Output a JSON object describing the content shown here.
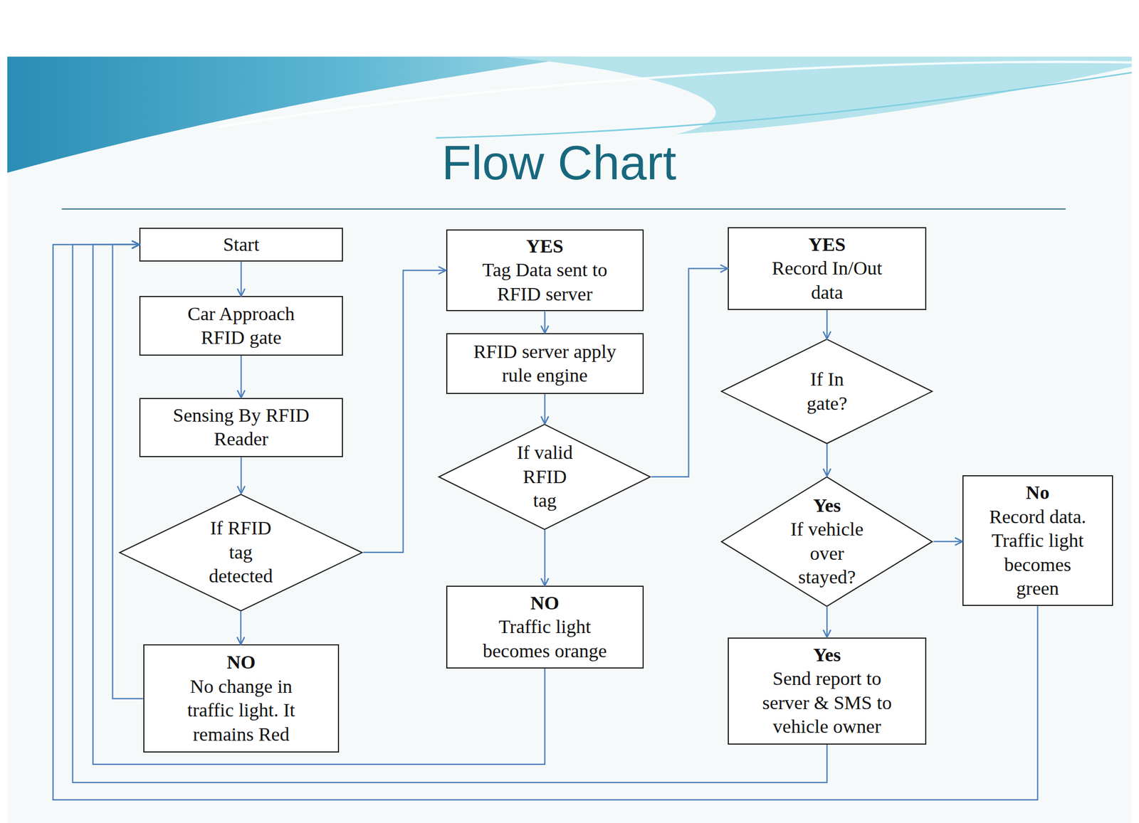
{
  "diagram": {
    "title": "Flow Chart",
    "nodes": [
      {
        "text": [
          "Start"
        ]
      },
      {
        "text": [
          "Car Approach RFID gate"
        ]
      },
      {
        "text": [
          "Sensing By RFID Reader"
        ]
      },
      {
        "text": [
          "If RFID tag detected"
        ]
      },
      {
        "text": [
          "NO",
          "No change in traffic light. It remains Red"
        ]
      },
      {
        "text": [
          "YES",
          "Tag Data sent to RFID server"
        ]
      },
      {
        "text": [
          "RFID server apply rule engine"
        ]
      },
      {
        "text": [
          "If valid RFID tag"
        ]
      },
      {
        "text": [
          "NO",
          "Traffic light becomes orange"
        ]
      },
      {
        "text": [
          "YES",
          "Record In/Out data"
        ]
      },
      {
        "text": [
          "If In gate?"
        ]
      },
      {
        "text": [
          "Yes",
          "If vehicle over stayed?"
        ]
      },
      {
        "text": [
          "Yes",
          "Send report to server & SMS to vehicle owner"
        ]
      },
      {
        "text": [
          "No",
          "Record data. Traffic light becomes green"
        ]
      }
    ],
    "edges": [
      {
        "from": 0,
        "to": 1,
        "arrow": "to"
      },
      {
        "from": 1,
        "to": 2,
        "arrow": "to"
      },
      {
        "from": 2,
        "to": 3,
        "arrow": "to"
      },
      {
        "from": 3,
        "to": 4,
        "arrow": "to"
      },
      {
        "from": 4,
        "to": 0,
        "arrow": "to"
      },
      {
        "from": 3,
        "to": 5,
        "arrow": "to"
      },
      {
        "from": 5,
        "to": 6,
        "arrow": "to"
      },
      {
        "from": 6,
        "to": 7,
        "arrow": "to"
      },
      {
        "from": 7,
        "to": 8,
        "arrow": "to"
      },
      {
        "from": 8,
        "to": 0,
        "arrow": "to"
      },
      {
        "from": 7,
        "to": 9,
        "arrow": "to"
      },
      {
        "from": 9,
        "to": 10,
        "arrow": "to"
      },
      {
        "from": 10,
        "to": 11,
        "arrow": "to"
      },
      {
        "from": 11,
        "to": 12,
        "arrow": "to"
      },
      {
        "from": 11,
        "to": 13,
        "arrow": "to"
      },
      {
        "from": 12,
        "to": 0,
        "arrow": "to"
      },
      {
        "from": 13,
        "to": 0,
        "arrow": "to"
      }
    ]
  }
}
